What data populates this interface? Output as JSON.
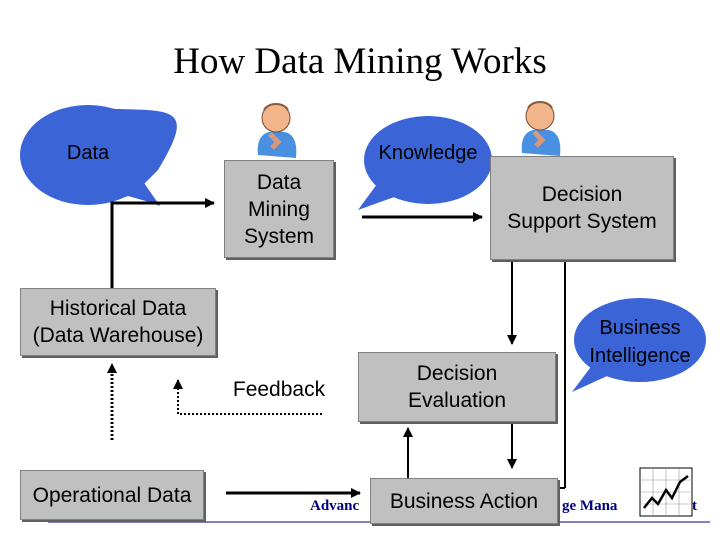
{
  "title": "How Data Mining Works",
  "bubbles": {
    "data": "Data",
    "knowledge": "Knowledge",
    "business_intelligence": "Business\nIntelligence"
  },
  "boxes": {
    "data_mining_system": "Data\nMining\nSystem",
    "decision_support_system": "Decision\nSupport  System",
    "historical_data": "Historical Data\n(Data Warehouse)",
    "decision_evaluation": "Decision\nEvaluation",
    "operational_data": "Operational Data",
    "business_action": "Business Action"
  },
  "labels": {
    "feedback": "Feedback"
  },
  "footer": {
    "left": "Advanc",
    "right": "ge Mana"
  },
  "colors": {
    "bubble": "#3b64d6",
    "box": "#c0c0c0",
    "footer_text": "#000080"
  },
  "icons": [
    "thinking-person-icon",
    "thinking-person-icon",
    "stock-chart-icon"
  ]
}
